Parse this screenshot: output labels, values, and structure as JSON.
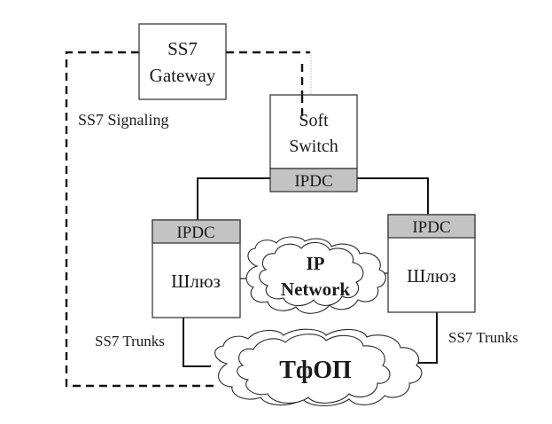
{
  "diagram": {
    "nodes": {
      "ss7_gateway": {
        "line1": "SS7",
        "line2": "Gateway"
      },
      "soft_switch": {
        "line1": "Soft",
        "line2": "Switch",
        "header": "IPDC"
      },
      "gateway_left": {
        "header": "IPDC",
        "label": "Шлюз"
      },
      "gateway_right": {
        "header": "IPDC",
        "label": "Шлюз"
      },
      "ip_network": {
        "line1": "IP",
        "line2": "Network"
      },
      "pstn": {
        "label": "ТфОП"
      }
    },
    "labels": {
      "ss7_signaling": "SS7 Signaling",
      "ss7_trunks_left": "SS7 Trunks",
      "ss7_trunks_right": "SS7 Trunks"
    },
    "colors": {
      "ipdc_header": "#c3c3c3",
      "line": "#111111",
      "border": "#3a3a3a"
    }
  }
}
